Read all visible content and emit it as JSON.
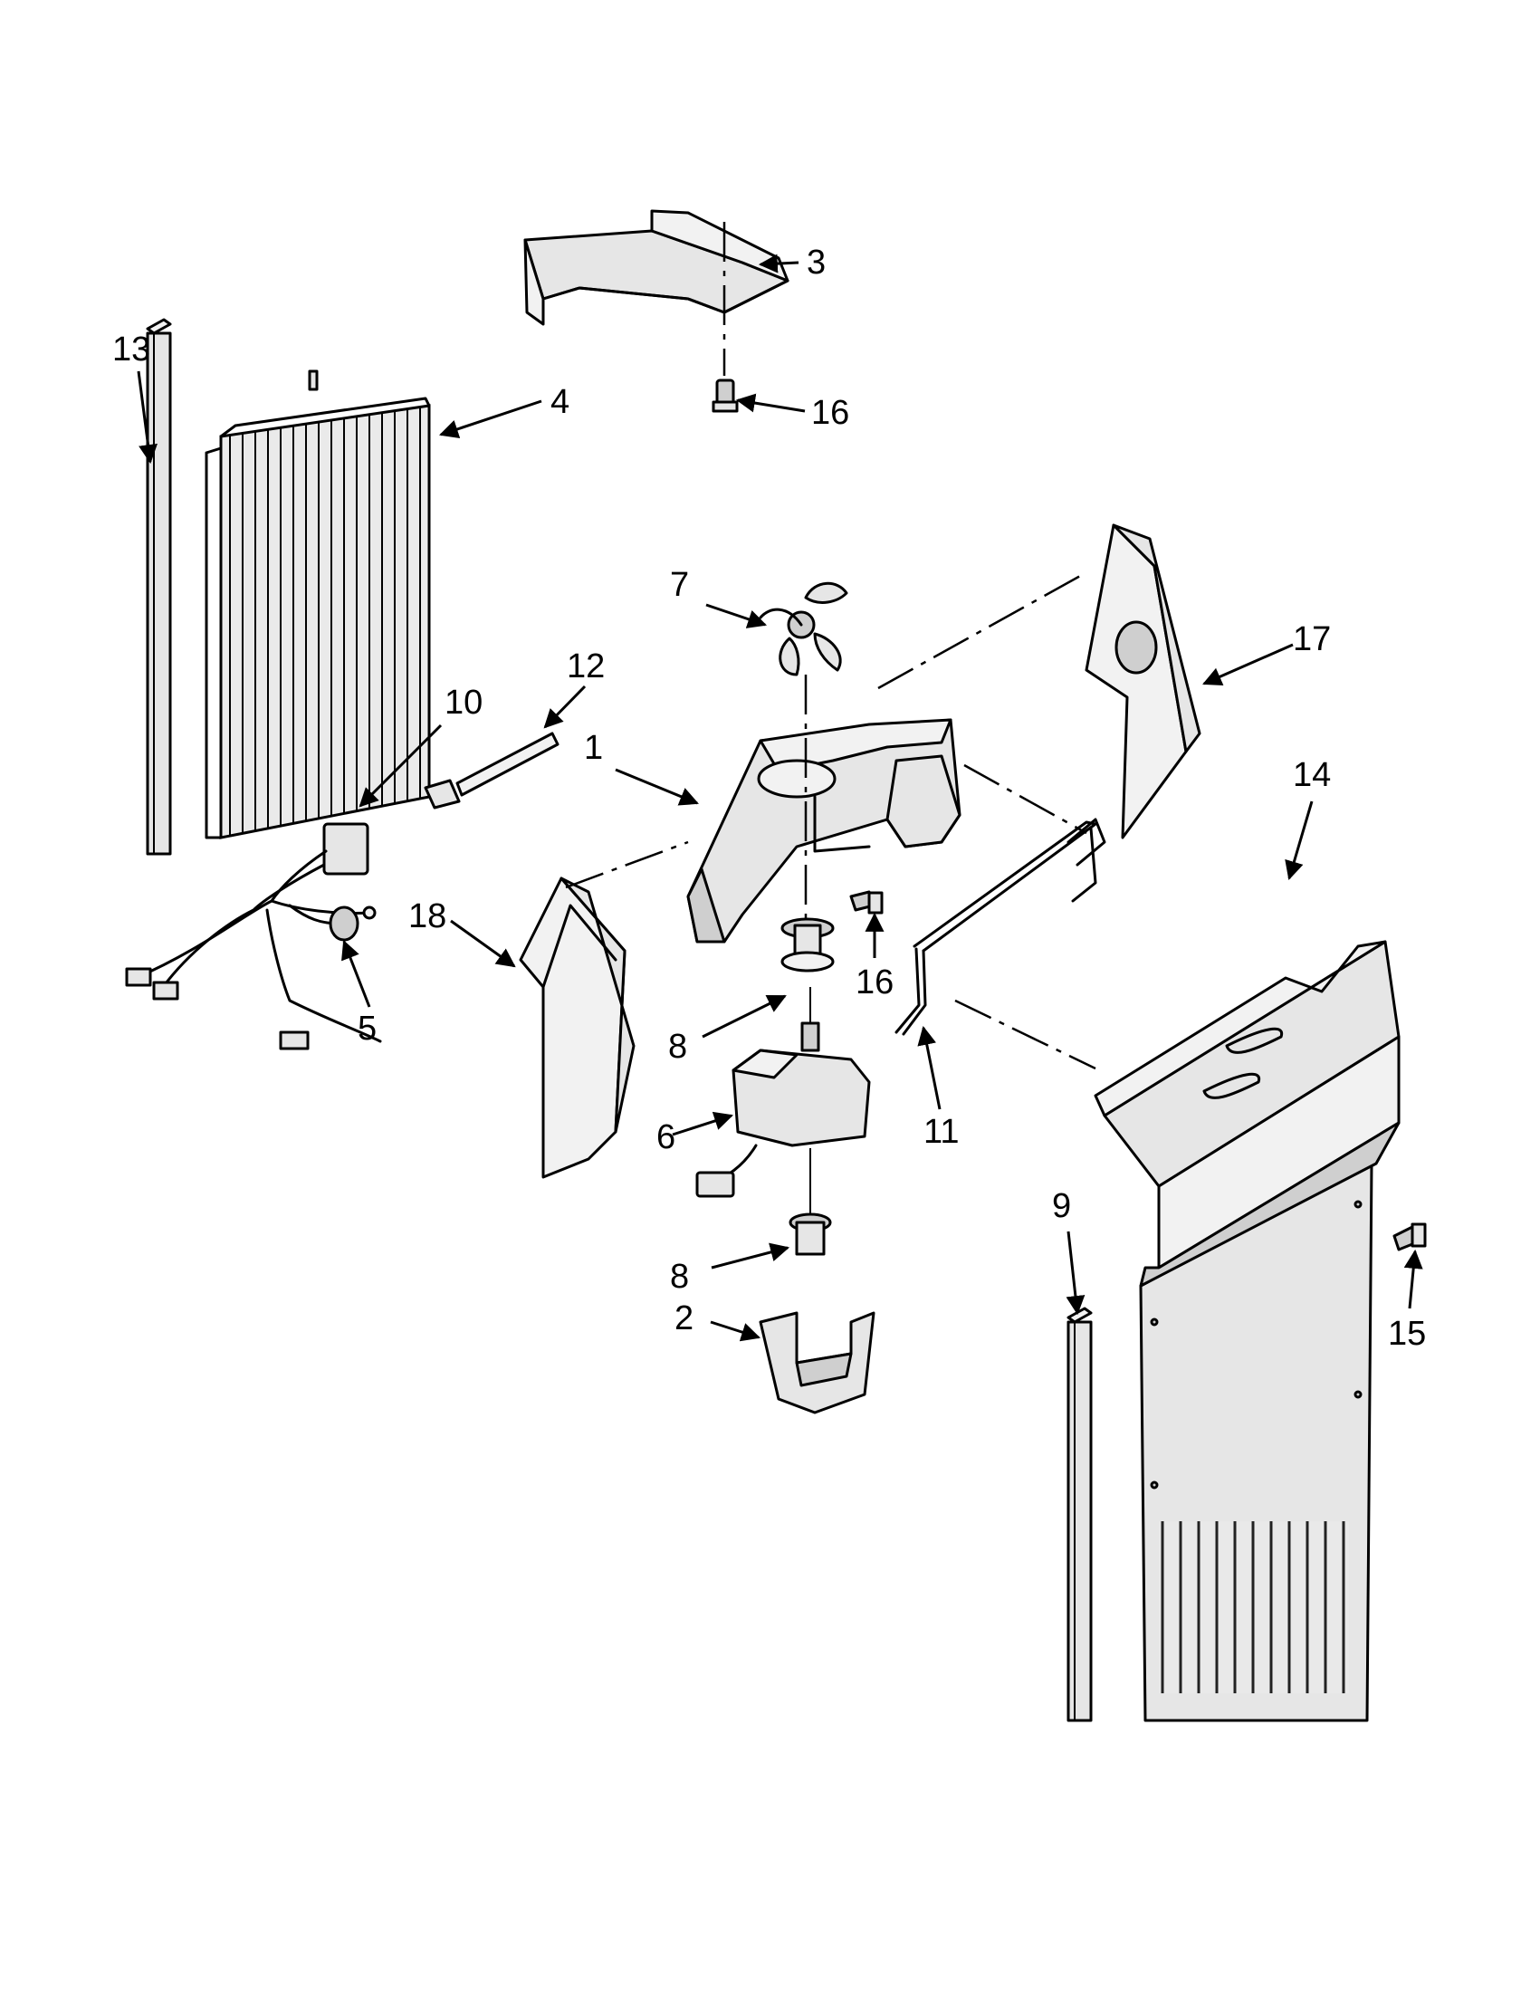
{
  "callouts": [
    {
      "id": "1",
      "label": "1"
    },
    {
      "id": "2",
      "label": "2"
    },
    {
      "id": "3",
      "label": "3"
    },
    {
      "id": "4",
      "label": "4"
    },
    {
      "id": "5",
      "label": "5"
    },
    {
      "id": "6",
      "label": "6"
    },
    {
      "id": "7",
      "label": "7"
    },
    {
      "id": "8a",
      "label": "8"
    },
    {
      "id": "8b",
      "label": "8"
    },
    {
      "id": "9",
      "label": "9"
    },
    {
      "id": "10",
      "label": "10"
    },
    {
      "id": "11",
      "label": "11"
    },
    {
      "id": "12",
      "label": "12"
    },
    {
      "id": "13",
      "label": "13"
    },
    {
      "id": "14",
      "label": "14"
    },
    {
      "id": "15",
      "label": "15"
    },
    {
      "id": "16a",
      "label": "16"
    },
    {
      "id": "16b",
      "label": "16"
    },
    {
      "id": "17",
      "label": "17"
    },
    {
      "id": "18",
      "label": "18"
    }
  ]
}
